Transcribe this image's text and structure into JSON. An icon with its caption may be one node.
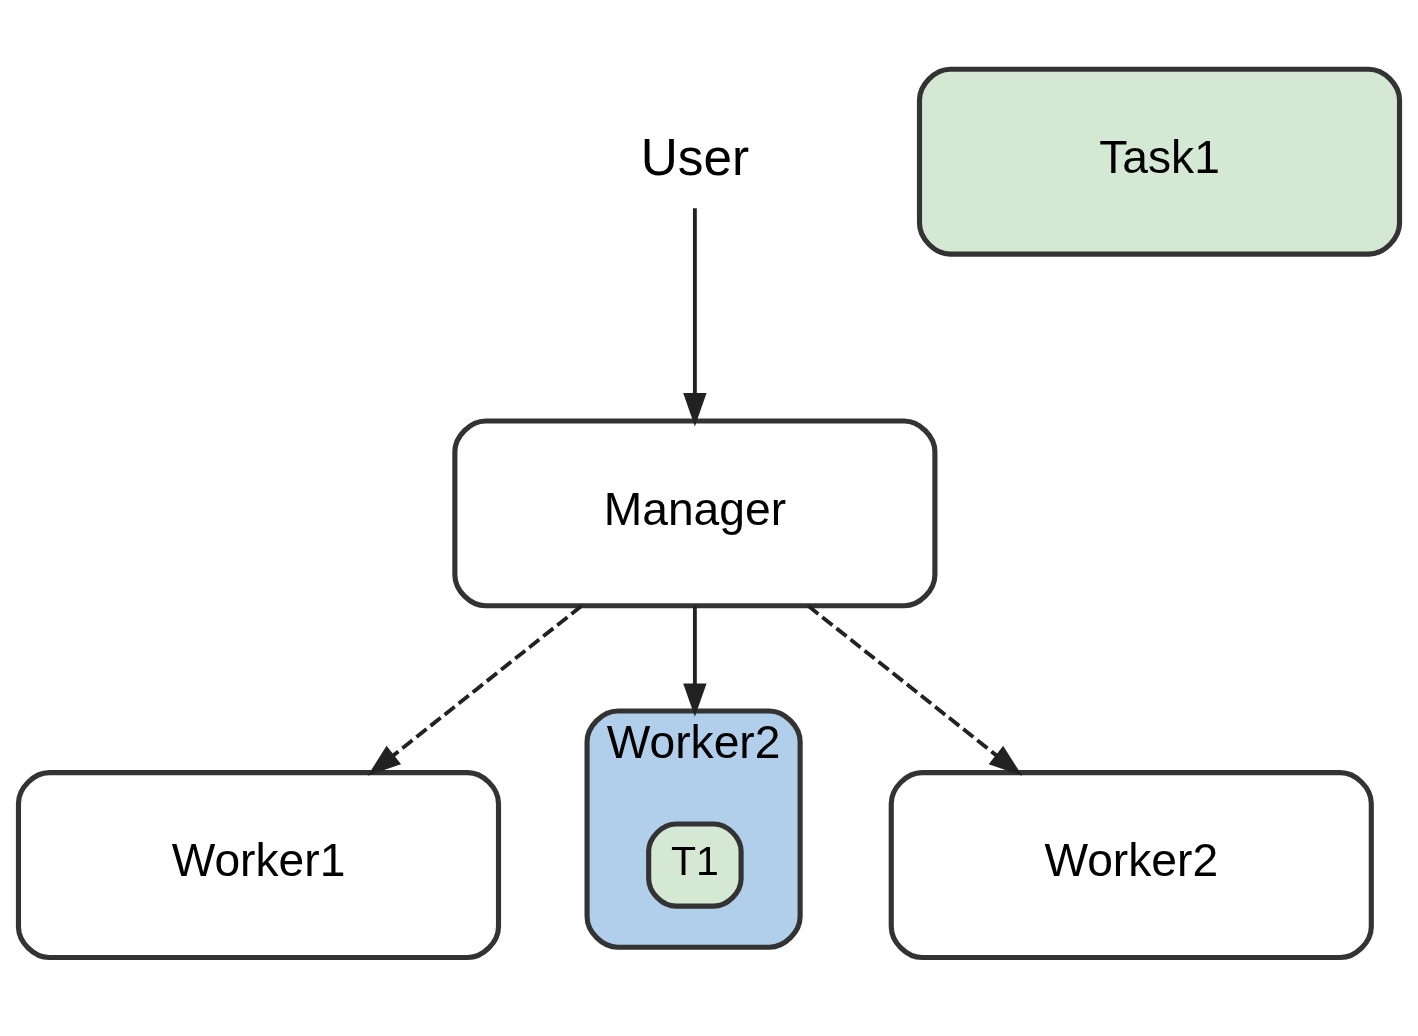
{
  "diagram": {
    "nodes": [
      {
        "text": [
          "User"
        ]
      },
      {
        "text": [
          "Task1"
        ]
      },
      {
        "text": [
          "Manager"
        ]
      },
      {
        "text": [
          "Worker1"
        ]
      },
      {
        "text": [
          "Worker2"
        ]
      },
      {
        "text": [
          "T1"
        ],
        "in": 4
      },
      {
        "text": [
          "Worker2"
        ]
      }
    ],
    "edges": [
      {
        "from": 0,
        "to": 2,
        "arrow": "to"
      },
      {
        "from": 2,
        "to": 3,
        "arrow": "to",
        "style": "dashed"
      },
      {
        "from": 2,
        "to": 4,
        "arrow": "to"
      },
      {
        "from": 2,
        "to": 6,
        "arrow": "to",
        "style": "dashed"
      }
    ]
  }
}
